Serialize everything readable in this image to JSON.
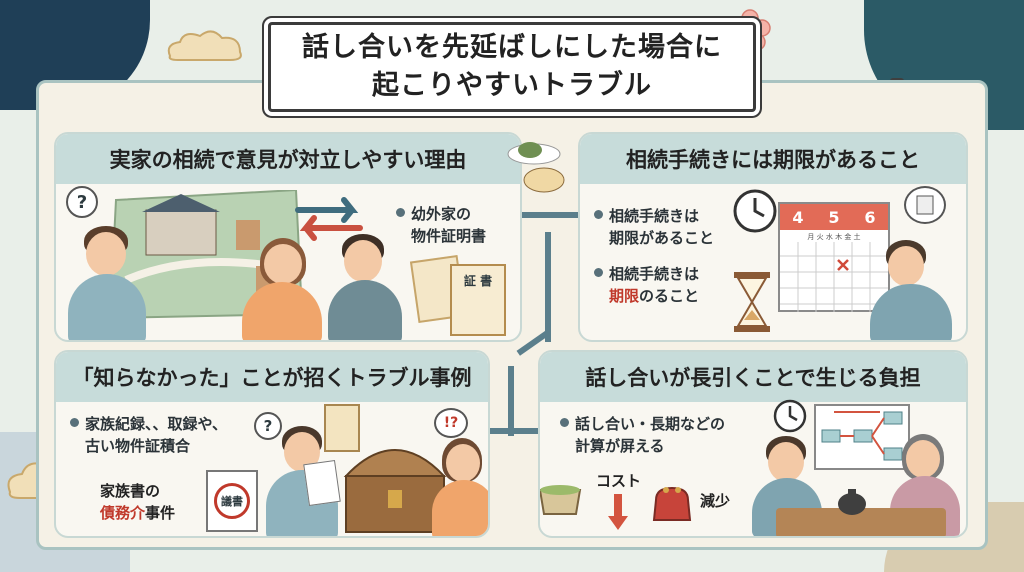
{
  "title": {
    "line1": "話し合いを先延ばしにした場合に",
    "line2": "起こりやすいトラブル"
  },
  "panels": {
    "top_left": {
      "heading": "実家の相続で意見が対立しやすい理由",
      "bullets": [
        "幼外家の",
        "物件証明書"
      ],
      "certificate_label": "証 書"
    },
    "top_right": {
      "heading": "相続手続きには期限があること",
      "bullet1": [
        "相続手続きは",
        "期限があること"
      ],
      "bullet2_line1": "相続手続きは",
      "bullet2_red": "期限",
      "bullet2_rest": "のること",
      "calendar_days": [
        "4",
        "5",
        "6"
      ],
      "calendar_weekdays": "月 火 水 木 金 土"
    },
    "bottom_left": {
      "heading": "「知らなかった」ことが招くトラブル事例",
      "bullets": [
        "家族紀録、、取録や、",
        "古い物件証積合"
      ],
      "note_line1": "家族書の",
      "note_red": "債務介",
      "note_rest": "事件",
      "stamp_label": "議書"
    },
    "bottom_right": {
      "heading": "話し合いが長引くことで生じる負担",
      "bullets": [
        "話し合い・長期などの",
        "計算が屏える"
      ],
      "cost_label": "コスト",
      "decrease_label": "減少"
    }
  },
  "colors": {
    "panel_header": "#c7dcda",
    "connector": "#5b7f8c",
    "accent_red": "#c0392b",
    "background": "#e9efe9"
  }
}
